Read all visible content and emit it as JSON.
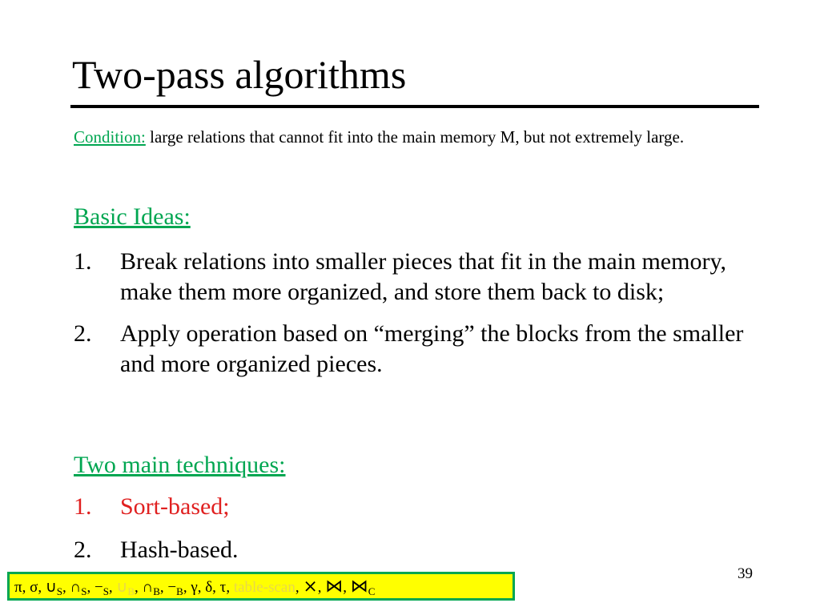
{
  "title": "Two-pass algorithms",
  "condition": {
    "label": "Condition:",
    "text": " large relations that cannot fit into the main memory M, but not extremely large."
  },
  "basic_ideas": {
    "heading": "Basic Ideas:",
    "items": [
      {
        "num": "1.",
        "text": "Break relations into smaller pieces that fit in the main memory, make them more organized, and store them back to disk;"
      },
      {
        "num": "2.",
        "text": "Apply operation based on “merging” the blocks from the smaller and more organized pieces."
      }
    ]
  },
  "techniques": {
    "heading": "Two main techniques:",
    "items": [
      {
        "num": "1.",
        "text": "Sort-based;",
        "color": "#e02020"
      },
      {
        "num": "2.",
        "text": "Hash-based."
      }
    ]
  },
  "page_number": "39",
  "operators": {
    "pi": "π",
    "sigma": "σ",
    "union": "∪",
    "intersect": "∩",
    "minus": "−",
    "sub_s": "S",
    "sub_b": "B",
    "gamma": "γ",
    "delta": "δ",
    "tau": "τ",
    "table_scan": "table-scan",
    "cross": "⨯",
    "join": "⋈",
    "join_c": "⋈",
    "sub_c": "C",
    "sep": ", ",
    "colors": {
      "box_fill": "#ffff00",
      "box_border": "#00a651",
      "faded": "#e8d84a"
    }
  }
}
